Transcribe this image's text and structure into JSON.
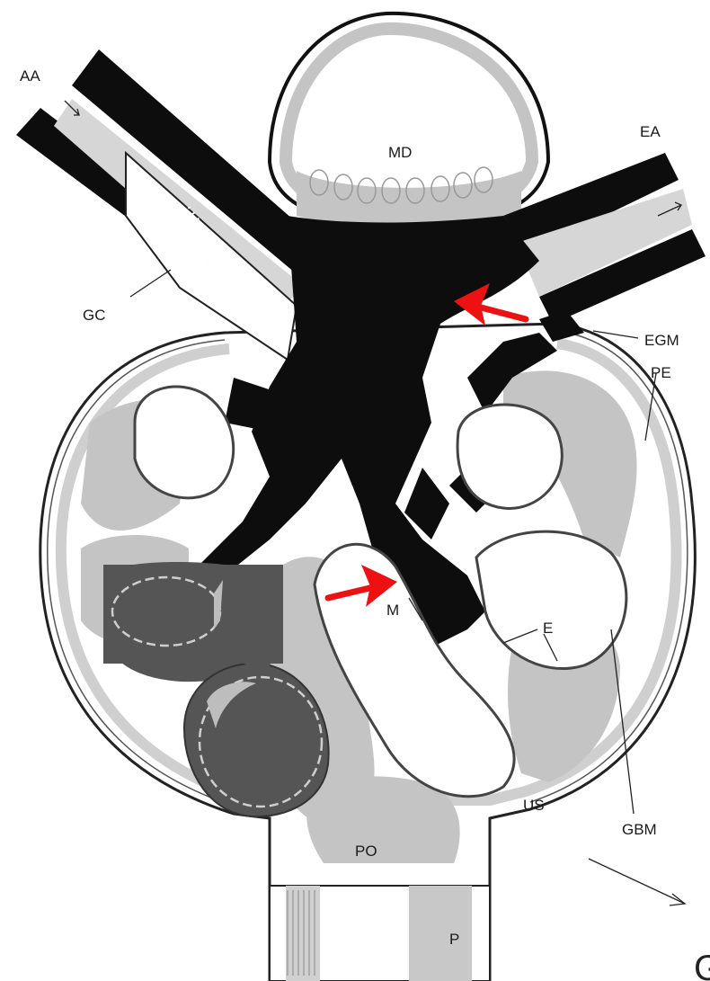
{
  "labels": {
    "aa": "AA",
    "ea": "EA",
    "md": "MD",
    "gc": "GC",
    "egm": "EGM",
    "pe": "PE",
    "m": "M",
    "e": "E",
    "us": "US",
    "gbm": "GBM",
    "po": "PO",
    "p": "P",
    "corner": "G"
  },
  "colors": {
    "mesangium": "#0d0d0d",
    "tissue_grey": "#c4c4c4",
    "dark_capillary": "#555555",
    "arrow_red": "#ee1111",
    "background": "#ffffff"
  },
  "arrows": [
    "red-arrow",
    "red-arrow"
  ]
}
